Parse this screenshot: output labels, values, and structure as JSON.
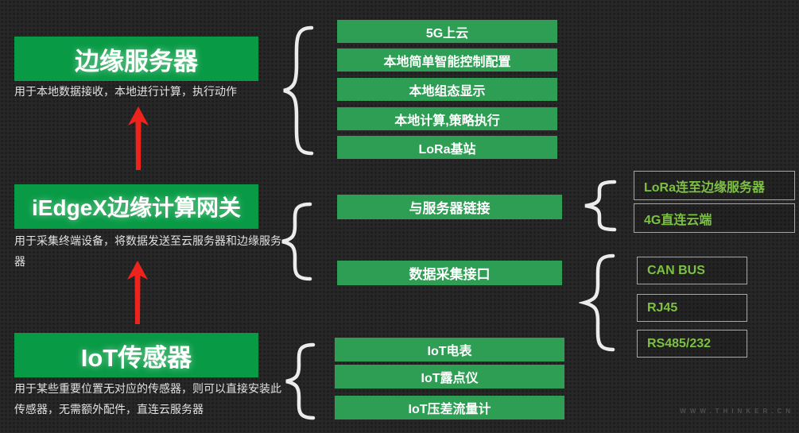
{
  "colors": {
    "box_green": "#089a45",
    "item_green": "#2f9e55",
    "outline_text_green": "#7cc143",
    "arrow_red": "#ee241c"
  },
  "sections": [
    {
      "title": "边缘服务器",
      "description": "用于本地数据接收，本地进行计算，执行动作",
      "items": [
        "5G上云",
        "本地简单智能控制配置",
        "本地组态显示",
        "本地计算,策略执行",
        "LoRa基站"
      ]
    },
    {
      "title": "iEdgeX边缘计算网关",
      "description": "用于采集终端设备，将数据发送至云服务器和边缘服务器",
      "items": [
        "与服务器链接",
        "数据采集接口"
      ],
      "server_link_options": [
        "LoRa连至边缘服务器",
        "4G直连云端"
      ],
      "data_interfaces": [
        "CAN BUS",
        "RJ45",
        "RS485/232"
      ]
    },
    {
      "title": "IoT传感器",
      "description": "用于某些重要位置无对应的传感器，则可以直接安装此传感器，无需额外配件，直连云服务器",
      "items": [
        "IoT电表",
        "IoT露点仪",
        "IoT压差流量计"
      ]
    }
  ],
  "watermark": "WWW.THINKER.CN"
}
